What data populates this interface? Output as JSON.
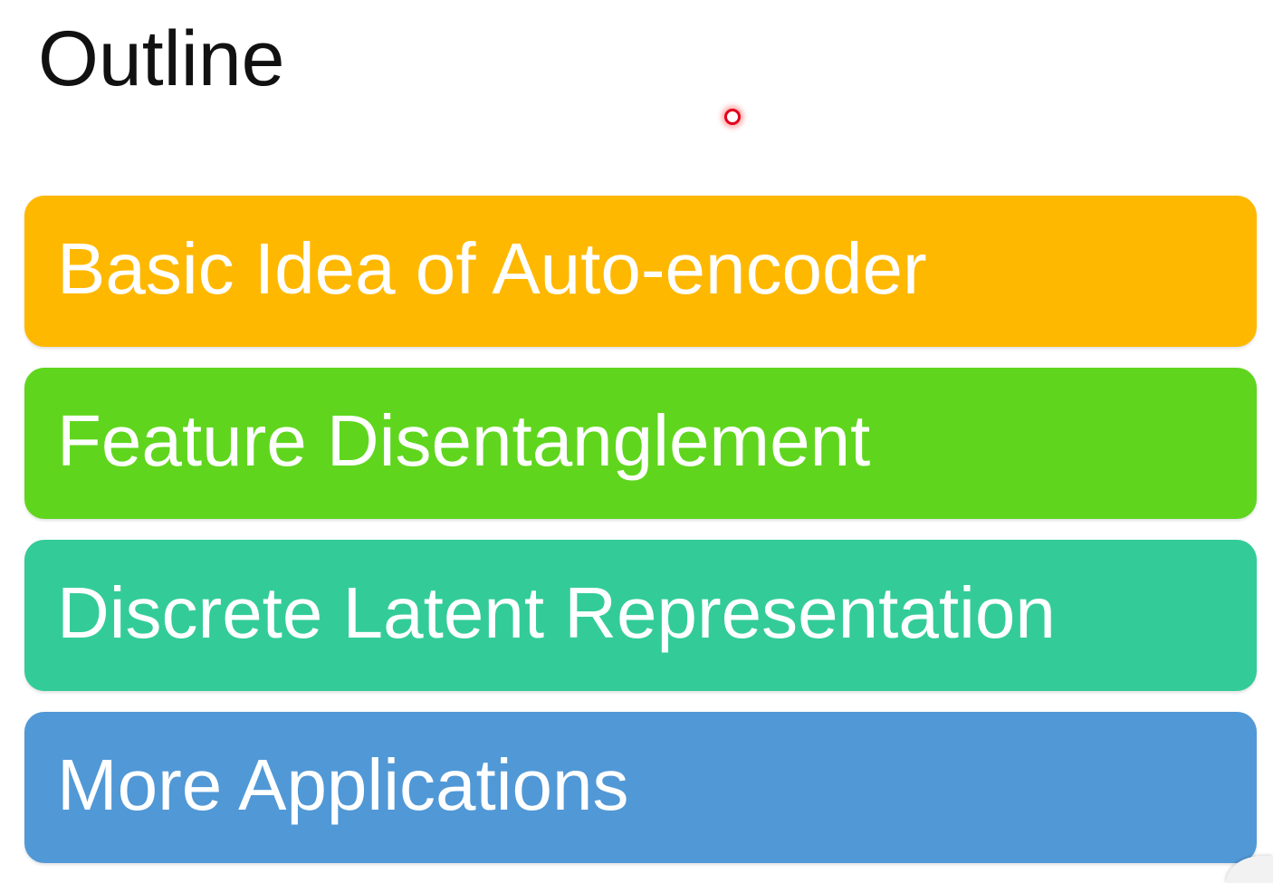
{
  "slide": {
    "title": "Outline",
    "items": [
      {
        "label": "Basic Idea of Auto-encoder",
        "color": "#FFB800"
      },
      {
        "label": "Feature Disentanglement",
        "color": "#5FD61D"
      },
      {
        "label": "Discrete Latent Representation",
        "color": "#33CC99"
      },
      {
        "label": "More Applications",
        "color": "#5198D6"
      }
    ]
  },
  "pointer": {
    "color": "#E3001B"
  }
}
